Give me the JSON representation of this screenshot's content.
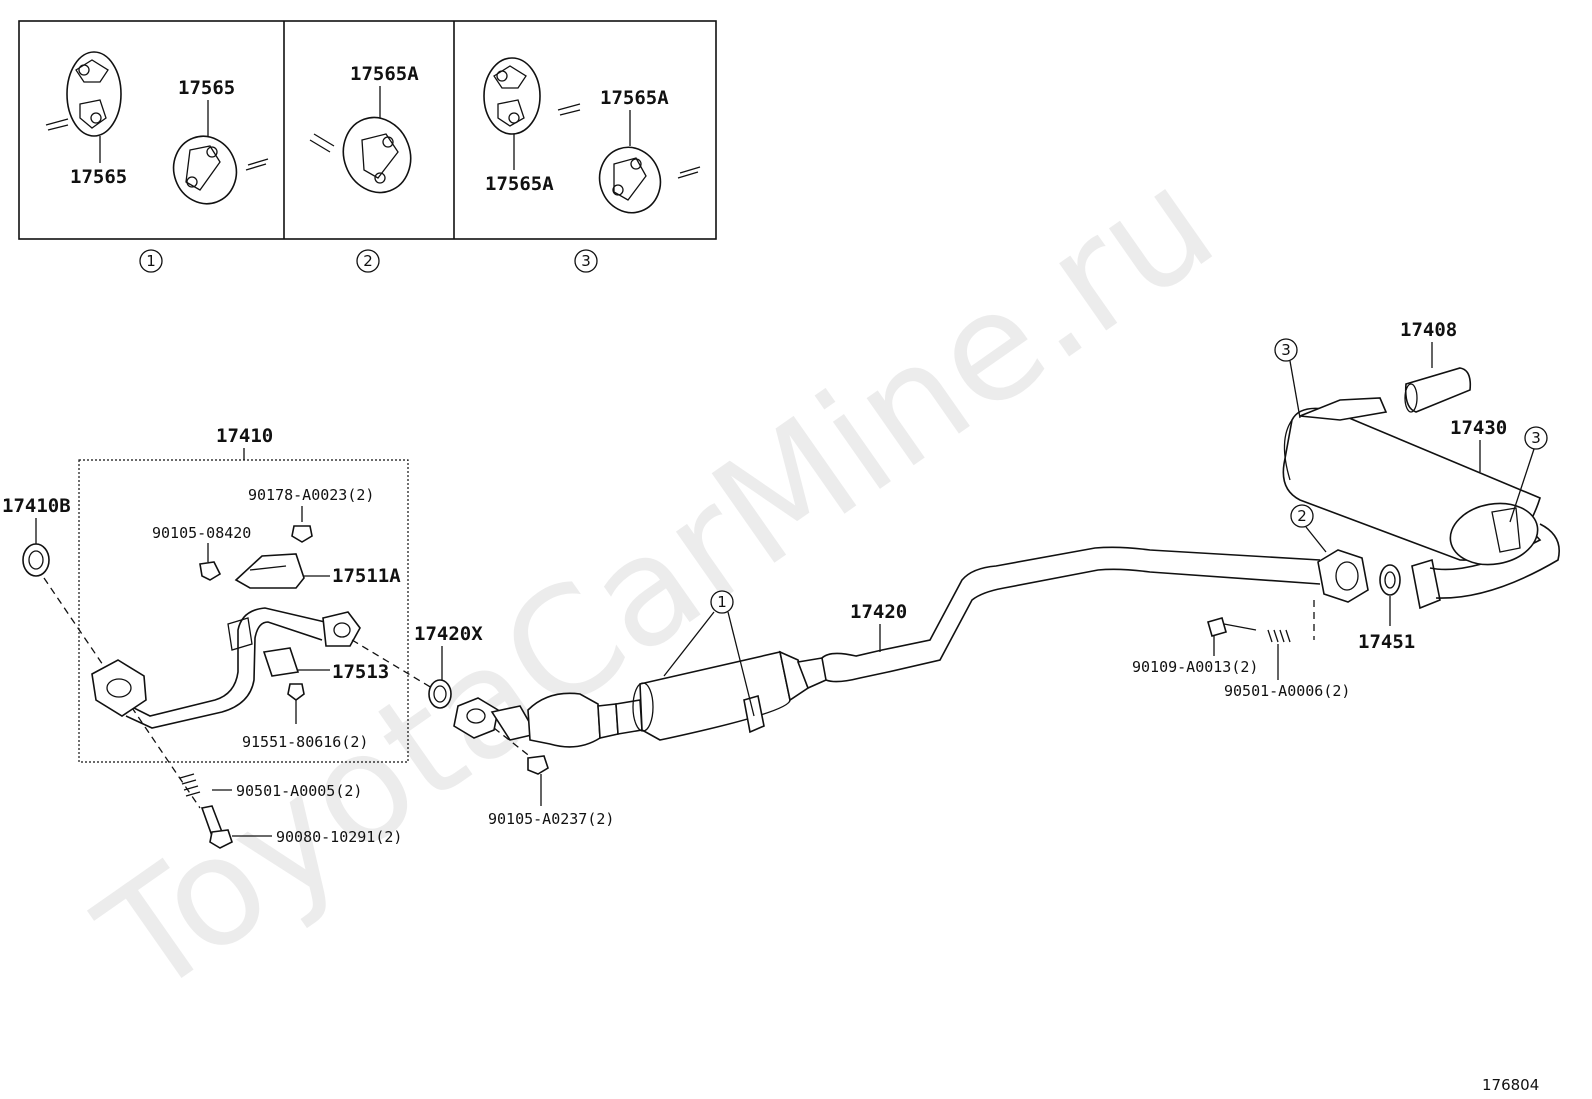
{
  "watermark": "ToyotaCarMine.ru",
  "diagram_id": "176804",
  "insets": [
    {
      "number": "1",
      "labels": [
        "17565",
        "17565"
      ]
    },
    {
      "number": "2",
      "labels": [
        "17565A"
      ]
    },
    {
      "number": "3",
      "labels": [
        "17565A",
        "17565A"
      ]
    }
  ],
  "parts": {
    "p17410": "17410",
    "p17410B": "17410B",
    "p90178": "90178-A0023(2)",
    "p90105_08420": "90105-08420",
    "p17511A": "17511A",
    "p17513": "17513",
    "p91551": "91551-80616(2)",
    "p17420X": "17420X",
    "p90501_A0005": "90501-A0005(2)",
    "p90080": "90080-10291(2)",
    "p90105_A0237": "90105-A0237(2)",
    "p17420": "17420",
    "p17408": "17408",
    "p17430": "17430",
    "p17451": "17451",
    "p90109": "90109-A0013(2)",
    "p90501_A0006": "90501-A0006(2)"
  },
  "callouts": {
    "c1": "1",
    "c2": "2",
    "c3a": "3",
    "c3b": "3"
  }
}
